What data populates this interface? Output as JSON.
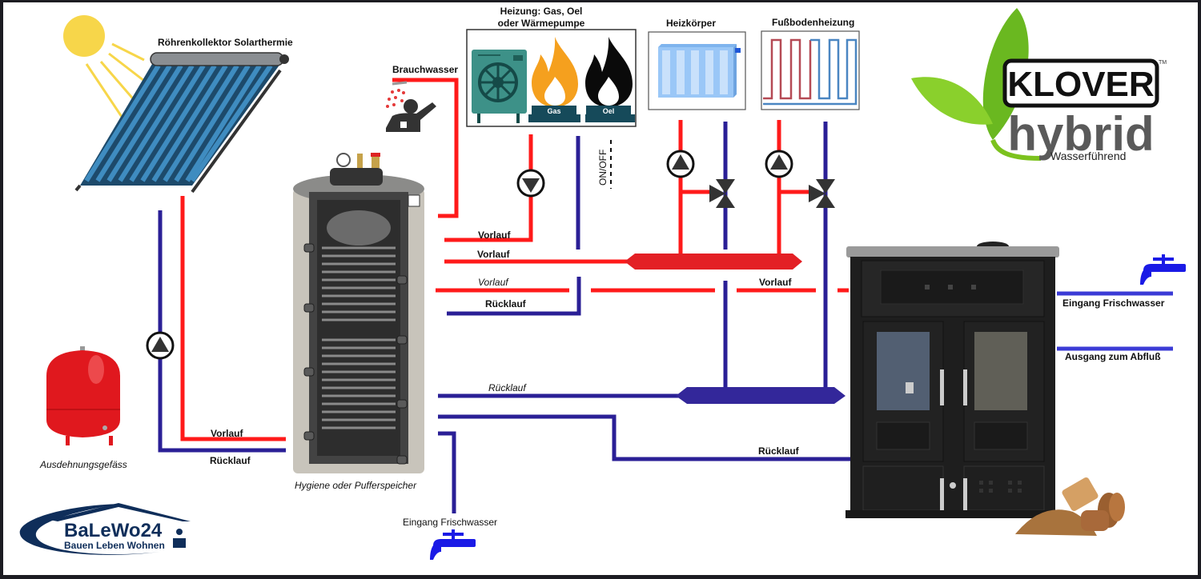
{
  "colors": {
    "supply": "#ff1a1a",
    "return": "#2a1f96",
    "fresh_water": "#1a1ae6",
    "pump": "#333333",
    "sun": "#f7d64a",
    "heatpump": "#3d9188",
    "gas_flame": "#f5a01e",
    "expansion_tank": "#e0181e",
    "leaf": "#7cc21e"
  },
  "labels": {
    "solar_collector": "Röhrenkollektor Solarthermie",
    "heating_title_line1": "Heizung: Gas, Oel",
    "heating_title_line2": "oder Wärmepumpe",
    "gas": "Gas",
    "oil": "Oel",
    "service_water": "Brauchwasser",
    "radiator": "Heizkörper",
    "floor_heating": "Fußbodenheizung",
    "on_off": "ON/OFF",
    "storage_tank": "Hygiene oder Pufferspeicher",
    "expansion_vessel": "Ausdehnungsgefäss",
    "solar_supply": "Vorlauf",
    "solar_return": "Rücklauf",
    "supply_1": "Vorlauf",
    "supply_2": "Vorlauf",
    "supply_3": "Vorlauf",
    "supply_4": "Vorlauf",
    "return_1": "Rücklauf",
    "return_2": "Rücklauf",
    "return_3": "Rücklauf",
    "fresh_water_in_tank": "Eingang Frischwasser",
    "fresh_water_in_stove": "Eingang Frischwasser",
    "drain_out": "Ausgang zum Abfluß"
  },
  "logos": {
    "klover_brand": "KLOVER",
    "klover_tm": "TM",
    "klover_product": "hybrid",
    "klover_sub": "Wasserführend",
    "balewo_name": "BaLeWo24",
    "balewo_tagline": "Bauen Leben Wohnen"
  },
  "icons": {
    "sun": "sun-icon",
    "pump": "circulation-pump-icon",
    "valve": "three-way-valve-icon",
    "tap": "water-tap-icon",
    "shower": "shower-icon",
    "flame": "flame-icon"
  }
}
